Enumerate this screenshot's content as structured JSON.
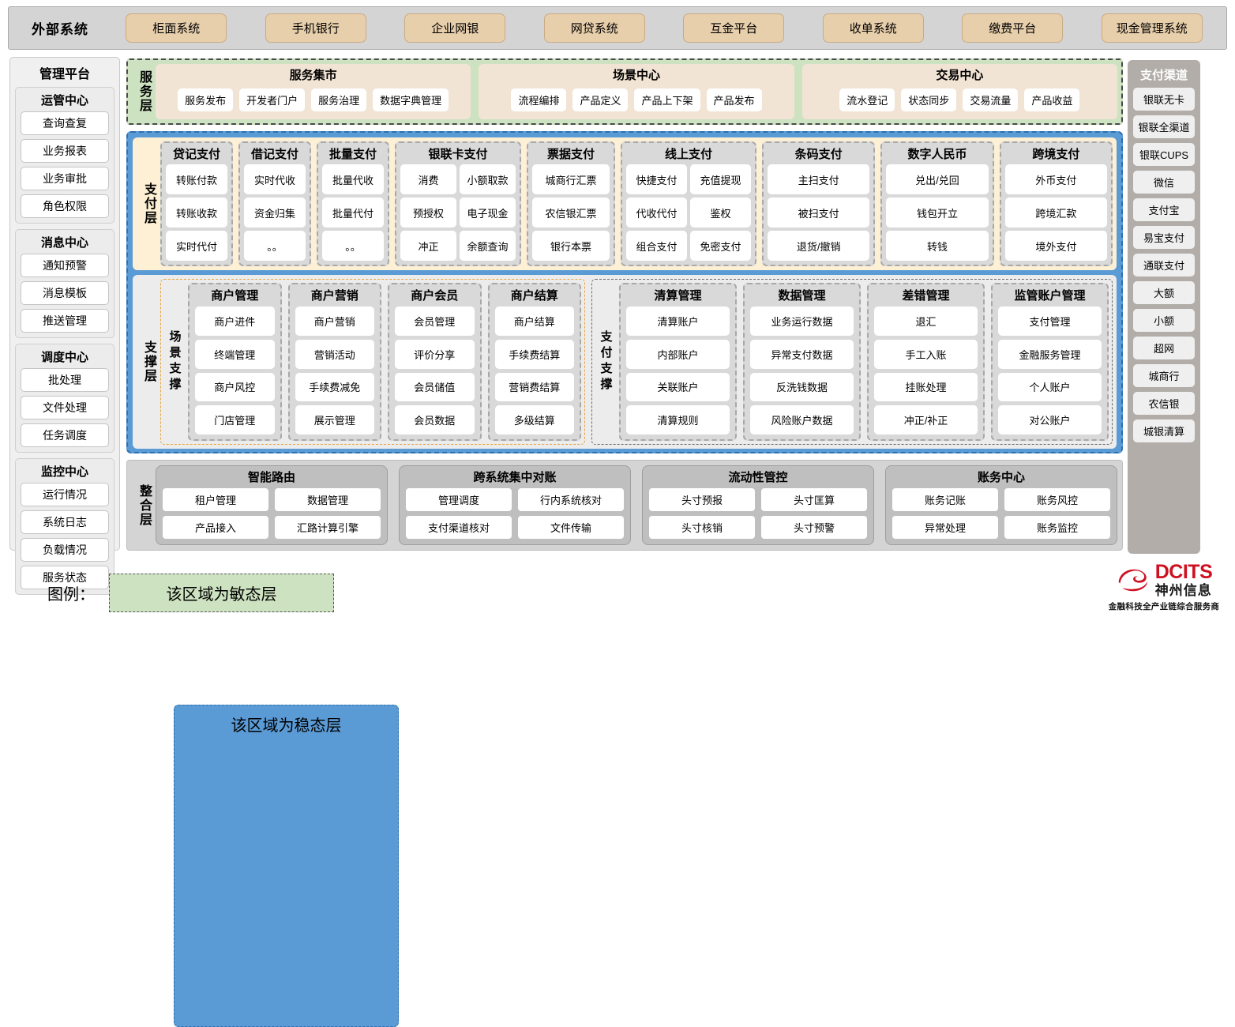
{
  "external_systems": {
    "title": "外部系统",
    "items": [
      "柜面系统",
      "手机银行",
      "企业网银",
      "网贷系统",
      "互金平台",
      "收单系统",
      "缴费平台",
      "现金管理系统"
    ]
  },
  "management_platform": {
    "title": "管理平台",
    "groups": [
      {
        "title": "运管中心",
        "items": [
          "查询查复",
          "业务报表",
          "业务审批",
          "角色权限"
        ]
      },
      {
        "title": "消息中心",
        "items": [
          "通知预警",
          "消息模板",
          "推送管理"
        ]
      },
      {
        "title": "调度中心",
        "items": [
          "批处理",
          "文件处理",
          "任务调度"
        ]
      },
      {
        "title": "监控中心",
        "items": [
          "运行情况",
          "系统日志",
          "负载情况",
          "服务状态"
        ]
      }
    ]
  },
  "payment_channels": {
    "title": "支付渠道",
    "items": [
      "银联无卡",
      "银联全渠道",
      "银联CUPS",
      "微信",
      "支付宝",
      "易宝支付",
      "通联支付",
      "大额",
      "小额",
      "超网",
      "城商行",
      "农信银",
      "城银清算"
    ]
  },
  "service_layer": {
    "label": "服务层",
    "groups": [
      {
        "title": "服务集市",
        "items": [
          "服务发布",
          "开发者门户",
          "服务治理",
          "数据字典管理"
        ]
      },
      {
        "title": "场景中心",
        "items": [
          "流程编排",
          "产品定义",
          "产品上下架",
          "产品发布"
        ]
      },
      {
        "title": "交易中心",
        "items": [
          "流水登记",
          "状态同步",
          "交易流量",
          "产品收益"
        ]
      }
    ]
  },
  "payment_layer": {
    "label": "支付层",
    "groups": [
      {
        "title": "贷记支付",
        "cols": 1,
        "width": 92,
        "items": [
          "转账付款",
          "转账收款",
          "实时代付"
        ]
      },
      {
        "title": "借记支付",
        "cols": 1,
        "width": 92,
        "items": [
          "实时代收",
          "资金归集",
          "。。"
        ]
      },
      {
        "title": "批量支付",
        "cols": 1,
        "width": 92,
        "items": [
          "批量代收",
          "批量代付",
          "。。"
        ]
      },
      {
        "title": "银联卡支付",
        "cols": 2,
        "width": 160,
        "items": [
          "消费",
          "小额取款",
          "预授权",
          "电子现金",
          "冲正",
          "余额查询"
        ]
      },
      {
        "title": "票据支付",
        "cols": 1,
        "width": 110,
        "items": [
          "城商行汇票",
          "农信银汇票",
          "银行本票"
        ]
      },
      {
        "title": "线上支付",
        "cols": 2,
        "width": 170,
        "items": [
          "快捷支付",
          "充值提现",
          "代收代付",
          "鉴权",
          "组合支付",
          "免密支付"
        ]
      },
      {
        "title": "条码支付",
        "cols": 1,
        "width": 104,
        "items": [
          "主扫支付",
          "被扫支付",
          "退货/撤销"
        ]
      },
      {
        "title": "数字人民币",
        "cols": 1,
        "width": 104,
        "items": [
          "兑出/兑回",
          "钱包开立",
          "转钱"
        ]
      },
      {
        "title": "跨境支付",
        "cols": 1,
        "width": 104,
        "items": [
          "外币支付",
          "跨境汇款",
          "境外支付"
        ]
      }
    ]
  },
  "support_layer": {
    "label": "支撑层",
    "panels": [
      {
        "label": "场景支撑",
        "groups": [
          {
            "title": "商户管理",
            "items": [
              "商户进件",
              "终端管理",
              "商户风控",
              "门店管理"
            ]
          },
          {
            "title": "商户营销",
            "items": [
              "商户营销",
              "营销活动",
              "手续费减免",
              "展示管理"
            ]
          },
          {
            "title": "商户会员",
            "items": [
              "会员管理",
              "评价分享",
              "会员储值",
              "会员数据"
            ]
          },
          {
            "title": "商户结算",
            "items": [
              "商户结算",
              "手续费结算",
              "营销费结算",
              "多级结算"
            ]
          }
        ]
      },
      {
        "label": "支付支撑",
        "groups": [
          {
            "title": "清算管理",
            "items": [
              "清算账户",
              "内部账户",
              "关联账户",
              "清算规则"
            ]
          },
          {
            "title": "数据管理",
            "items": [
              "业务运行数据",
              "异常支付数据",
              "反洗钱数据",
              "风险账户数据"
            ]
          },
          {
            "title": "差错管理",
            "items": [
              "退汇",
              "手工入账",
              "挂账处理",
              "冲正/补正"
            ]
          },
          {
            "title": "监管账户管理",
            "items": [
              "支付管理",
              "金融服务管理",
              "个人账户",
              "对公账户"
            ]
          }
        ]
      }
    ]
  },
  "integration_layer": {
    "label": "整合层",
    "groups": [
      {
        "title": "智能路由",
        "items": [
          "租户管理",
          "数据管理",
          "产品接入",
          "汇路计算引擎"
        ]
      },
      {
        "title": "跨系统集中对账",
        "items": [
          "管理调度",
          "行内系统核对",
          "支付渠道核对",
          "文件传输"
        ]
      },
      {
        "title": "流动性管控",
        "items": [
          "头寸预报",
          "头寸匡算",
          "头寸核销",
          "头寸预警"
        ]
      },
      {
        "title": "账务中心",
        "items": [
          "账务记账",
          "账务风控",
          "异常处理",
          "账务监控"
        ]
      }
    ]
  },
  "legend": {
    "label": "图例：",
    "agile": "该区域为敏态层",
    "stable": "该区域为稳态层",
    "agile_color": "#cde2c0",
    "stable_color": "#5b9bd5"
  },
  "logo": {
    "en": "DCITS",
    "cn": "神州信息",
    "tagline": "金融科技全产业链综合服务商",
    "brand_color": "#cf1020"
  }
}
